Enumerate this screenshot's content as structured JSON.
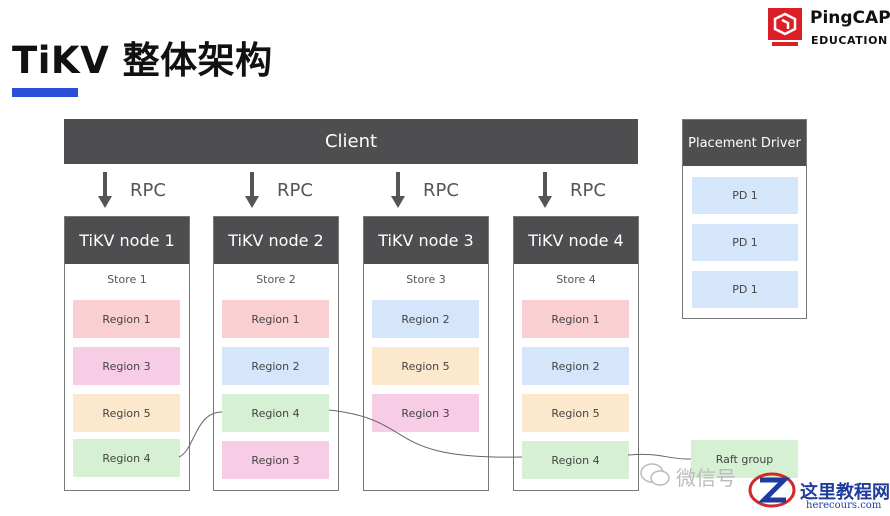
{
  "header": {
    "title": "TiKV 整体架构",
    "brand_name": "PingCAP",
    "brand_sub": "EDUCATION"
  },
  "colors": {
    "dark_header": "#4e4e50",
    "accent_underline": "#2b4fd6",
    "region_red": "#f9cfd2",
    "region_pink": "#f6cde4",
    "region_yellow": "#fbe8cd",
    "region_green": "#d6f0d3",
    "region_blue": "#d5e6fa"
  },
  "client": {
    "label": "Client"
  },
  "rpc_label": "RPC",
  "nodes": [
    {
      "title": "TiKV node 1",
      "store": "Store 1",
      "regions": [
        {
          "label": "Region 1",
          "color": "red"
        },
        {
          "label": "Region 3",
          "color": "pink"
        },
        {
          "label": "Region 5",
          "color": "yellow"
        },
        {
          "label": "Region 4",
          "color": "green"
        }
      ]
    },
    {
      "title": "TiKV node 2",
      "store": "Store 2",
      "regions": [
        {
          "label": "Region 1",
          "color": "red"
        },
        {
          "label": "Region 2",
          "color": "blue"
        },
        {
          "label": "Region 4",
          "color": "green"
        },
        {
          "label": "Region 3",
          "color": "pink"
        }
      ]
    },
    {
      "title": "TiKV node 3",
      "store": "Store 3",
      "regions": [
        {
          "label": "Region 2",
          "color": "blue"
        },
        {
          "label": "Region 5",
          "color": "yellow"
        },
        {
          "label": "Region 3",
          "color": "pink"
        }
      ]
    },
    {
      "title": "TiKV node 4",
      "store": "Store 4",
      "regions": [
        {
          "label": "Region 1",
          "color": "red"
        },
        {
          "label": "Region 2",
          "color": "blue"
        },
        {
          "label": "Region 5",
          "color": "yellow"
        },
        {
          "label": "Region 4",
          "color": "green"
        }
      ]
    }
  ],
  "placement_driver": {
    "title": "Placement Driver",
    "items": [
      "PD 1",
      "PD 1",
      "PD 1"
    ]
  },
  "raft_group": {
    "label": "Raft group"
  },
  "watermark": {
    "text": "微信号",
    "site_name": "这里教程网",
    "site_url": "herecours.com"
  }
}
